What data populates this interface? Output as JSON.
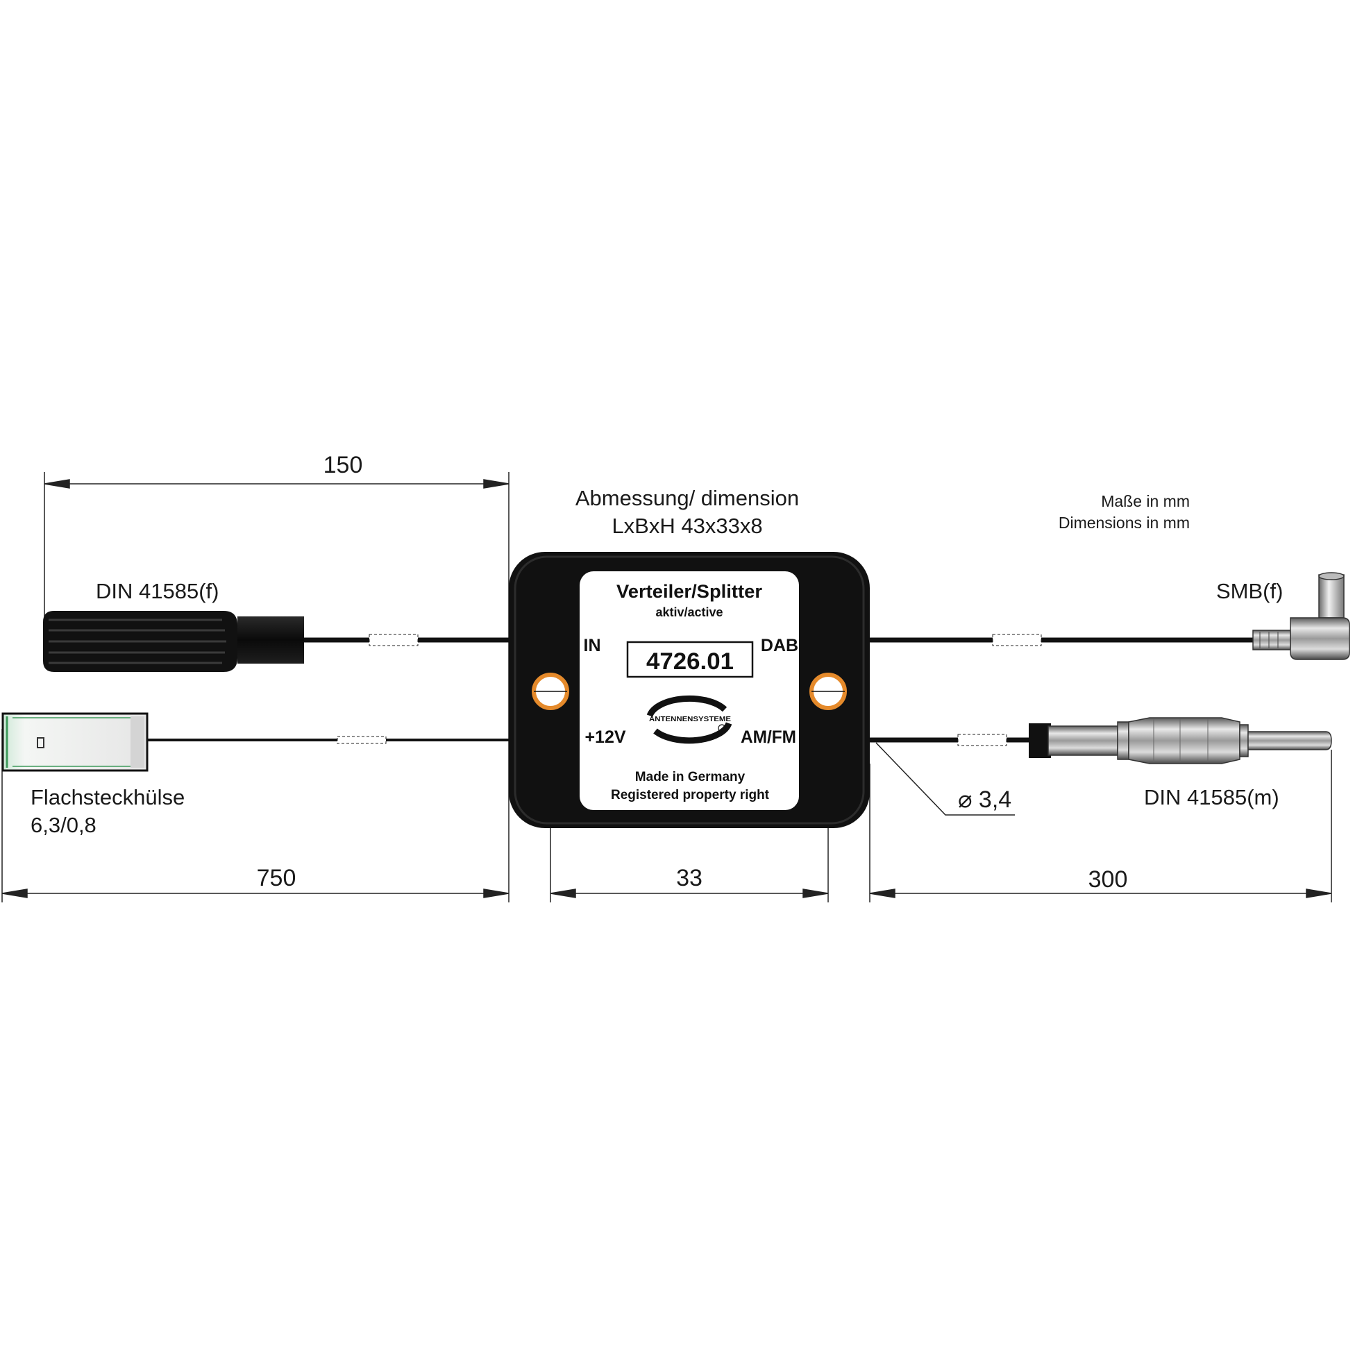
{
  "dimensions": {
    "top_left": "150",
    "bottom_left": "750",
    "bottom_middle": "33",
    "bottom_right": "300",
    "cable_diameter": "⌀ 3,4"
  },
  "header": {
    "abmessung_line1": "Abmessung/ dimension",
    "abmessung_line2": "LxBxH 43x33x8",
    "units_line1": "Maße in mm",
    "units_line2": "Dimensions in mm"
  },
  "connectors": {
    "din_female": "DIN 41585(f)",
    "smb_female": "SMB(f)",
    "din_male": "DIN 41585(m)",
    "flat_line1": "Flachsteckhülse",
    "flat_line2": "6,3/0,8"
  },
  "device": {
    "title": "Verteiler/Splitter",
    "subtitle": "aktiv/active",
    "model": "4726.01",
    "port_in": "IN",
    "port_dab": "DAB",
    "port_12v": "+12V",
    "port_amfm": "AM/FM",
    "brand": "ANTENNENSYSTEME",
    "made_in": "Made in Germany",
    "registered": "Registered property right"
  },
  "colors": {
    "device_body": "#111111",
    "label_plate": "#ffffff",
    "mount_hole_ring": "#e58a2b",
    "flat_connector_edge": "#3c9a5a"
  }
}
